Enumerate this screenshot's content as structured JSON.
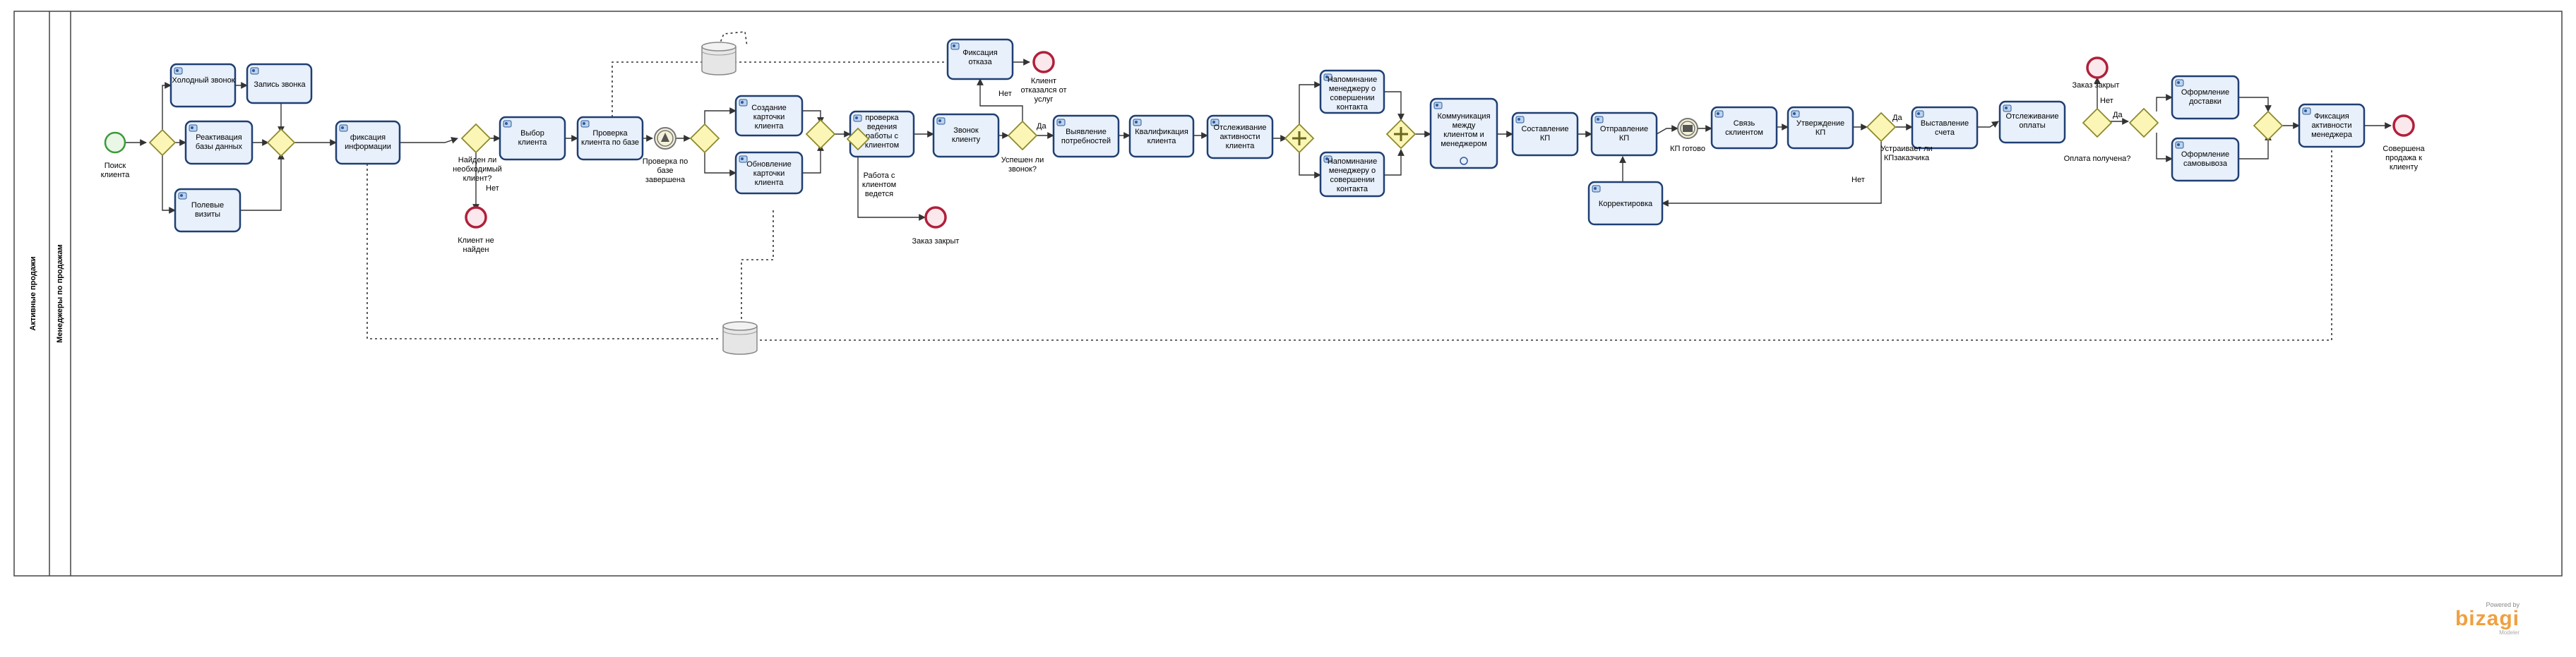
{
  "lanes": {
    "pool": "Активные продажи",
    "lane": "Менеджеры по продажам"
  },
  "tasks": {
    "cold_call": "Холодный звонок",
    "record_call": "Запись звонка",
    "reactivate_db": "Реактивация базы данных",
    "field_visits": "Полевые визиты",
    "fix_info": "фиксация информации",
    "choose_client": "Выбор клиента",
    "check_client_db": "Проверка клиента по базе",
    "create_card": "Создание карточки клиента",
    "update_card": "Обновление карточки клиента",
    "check_work": "проверка ведения работы с клиентом",
    "call_client": "Звонок клиенту",
    "fix_refusal": "Фиксация отказа",
    "identify_needs": "Выявление потребностей",
    "qualify_client": "Квалификация клиента",
    "track_activity": "Отслеживание активности клиента",
    "remind_1": "Напоминание менеджеру о совершении контакта",
    "remind_2": "Напоминание менеджеру о совершении контакта",
    "communication": "Коммуникация между клиентом и менеджером",
    "compose_kp": "Составление КП",
    "send_kp": "Отправление КП",
    "correction": "Корректировка",
    "contact_client": "Связь склиентом",
    "approve_kp": "Утверждение КП",
    "invoice": "Выставление счета",
    "track_payment": "Отслеживание оплаты",
    "delivery": "Оформление доставки",
    "pickup": "Оформление самовывоза",
    "fix_activity": "Фиксация активности менеджера"
  },
  "events": {
    "start": "Поиск клиента",
    "not_found": "Клиент не найден",
    "refused": "Клиент отказался от услуг",
    "deal_closed_1": "Заказ закрыт",
    "deal_closed_2": "Заказ закрыт",
    "sale_done": "Совершена продажа клиенту",
    "check_done": "Проверка по базе завершена",
    "kp_ready": "КП готово"
  },
  "gateways": {
    "found_q": "Найден ли необходимый клиент?",
    "work_q": "Работа с клиентом ведется",
    "success_q": "Успешен ли звонок?",
    "kp_ok_q": "Устраивает ли КП заказчика",
    "paid_q": "Оплата получена?"
  },
  "flow_labels": {
    "no": "Нет",
    "yes": "Да"
  },
  "brand": {
    "powered": "Powered by",
    "name": "bizagi",
    "modeler": "Modeler"
  },
  "colors": {
    "task_fill": "#e8f0fb",
    "task_border": "#1f3f73",
    "gateway_fill": "#fbf6b5",
    "start_event": "#3a9a3a",
    "end_event": "#b0203a"
  }
}
